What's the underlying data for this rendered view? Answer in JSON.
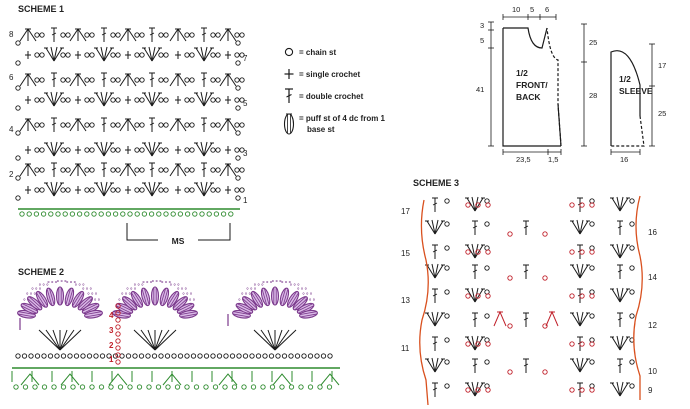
{
  "scheme1": {
    "title": "SCHEME 1",
    "rows_left": [
      "8",
      "6",
      "4",
      "2"
    ],
    "rows_right": [
      "7",
      "5",
      "3",
      "1"
    ],
    "repeat_label": "MS"
  },
  "legend": {
    "items": [
      {
        "icon": "chain-stitch-icon",
        "label": "= chain st"
      },
      {
        "icon": "single-crochet-icon",
        "label": "= single crochet"
      },
      {
        "icon": "double-crochet-icon",
        "label": "= double crochet"
      },
      {
        "icon": "puff-stitch-icon",
        "label_line1": "= puff st of 4 dc from 1",
        "label_line2": "base st"
      }
    ]
  },
  "schematic": {
    "front_top": [
      "10",
      "5",
      "6"
    ],
    "front_left": [
      "3",
      "5",
      "41"
    ],
    "front_label_lines": [
      "1/2",
      "FRONT/",
      "BACK"
    ],
    "front_bottom": [
      "23,5",
      "1,5"
    ],
    "between": [
      "25",
      "28"
    ],
    "sleeve_right": [
      "17",
      "25"
    ],
    "sleeve_label_lines": [
      "1/2",
      "SLEEVE"
    ],
    "sleeve_bottom": "16"
  },
  "scheme2": {
    "title": "SCHEME 2",
    "row_numbers": [
      "4",
      "3",
      "2",
      "1"
    ]
  },
  "scheme3": {
    "title": "SCHEME 3",
    "rows_left": [
      "17",
      "15",
      "13",
      "11"
    ],
    "rows_right": [
      "16",
      "14",
      "12",
      "10",
      "9"
    ]
  },
  "colors": {
    "ink": "#1a1a1a",
    "foundation": "#2e8b2e",
    "accent": "#c0202a",
    "puff": "#7b3a8c",
    "edge": "#d9501e"
  }
}
